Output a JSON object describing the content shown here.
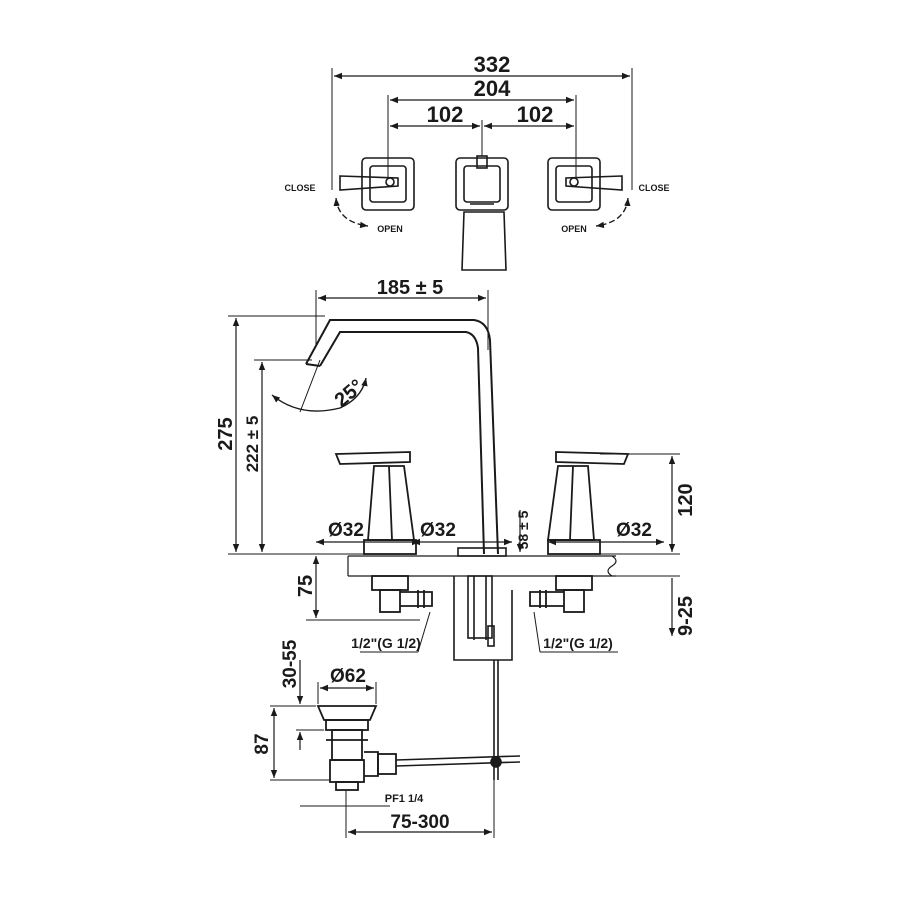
{
  "top_view": {
    "overall_width": "332",
    "handle_spacing": "204",
    "left_half": "102",
    "right_half": "102",
    "close_left": "CLOSE",
    "close_right": "CLOSE",
    "open_left": "OPEN",
    "open_right": "OPEN"
  },
  "side_view": {
    "spout_reach": "185 ± 5",
    "spout_angle": "25°",
    "overall_height": "275",
    "spout_height": "222 ± 5",
    "handle_height": "120",
    "aerator_gap": "58 ± 5",
    "left_handle_dia": "Ø32",
    "center_dia": "Ø32",
    "right_handle_dia": "Ø32",
    "valve_depth": "75",
    "deck_thickness": "9-25",
    "left_connection": "1/2\"(G 1/2)",
    "right_connection": "1/2\"(G 1/2)"
  },
  "drain_view": {
    "flange_height": "30-55",
    "flange_dia": "Ø62",
    "drain_height": "87",
    "thread": "PF1 1/4",
    "rod_distance": "75-300"
  },
  "colors": {
    "ink": "#1a1a1a",
    "background": "#ffffff"
  }
}
